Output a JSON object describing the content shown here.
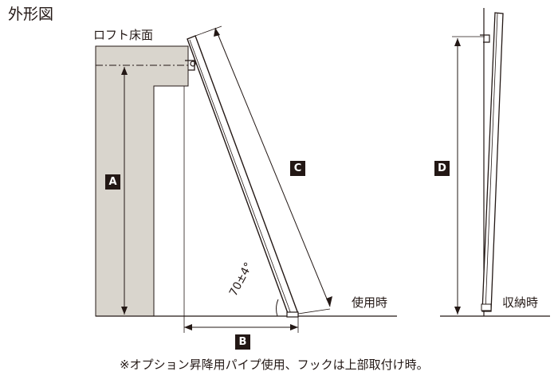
{
  "title": "外形図",
  "loft_floor_label": "ロフト床面",
  "use_label": "使用時",
  "storage_label": "収納時",
  "angle_label": "70±4°",
  "footnote": "※オプション昇降用パイプ使用、フックは上部取付け時。",
  "dimensions": {
    "a": "A",
    "b": "B",
    "c": "C",
    "d": "D"
  },
  "colors": {
    "wall_fill": "#d9d5cd",
    "line": "#231815",
    "badge_bg": "#231815",
    "badge_text": "#ffffff"
  }
}
